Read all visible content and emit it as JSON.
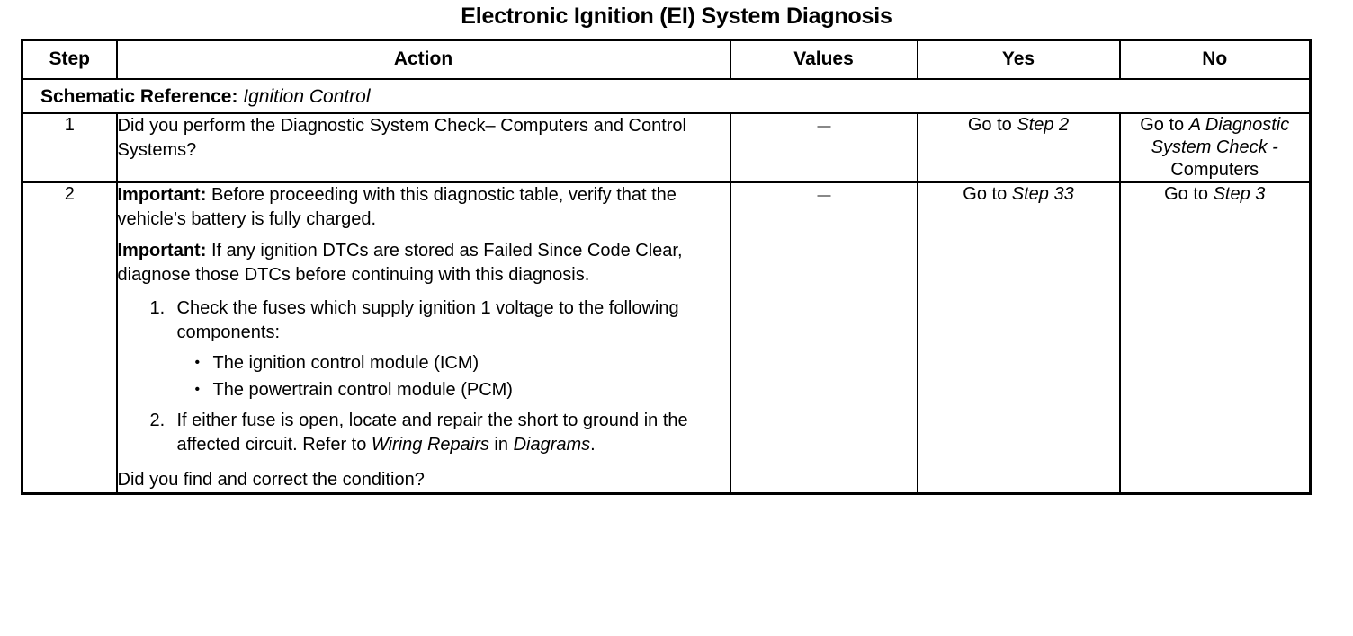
{
  "document": {
    "title": "Electronic Ignition (EI) System Diagnosis"
  },
  "table": {
    "headers": {
      "step": "Step",
      "action": "Action",
      "values": "Values",
      "yes": "Yes",
      "no": "No"
    },
    "schematic_reference": {
      "label": "Schematic Reference:",
      "value": "Ignition Control"
    },
    "rows": [
      {
        "step": "1",
        "action_text": "Did you perform the Diagnostic System Check– Computers and Control Systems?",
        "values": "—",
        "yes": {
          "prefix": "Go to ",
          "italic": "Step 2",
          "suffix": ""
        },
        "no": {
          "prefix": "Go to ",
          "italic": "A Diagnostic System Check -",
          "suffix": "Computers"
        }
      },
      {
        "step": "2",
        "important_1_label": "Important:",
        "important_1_text": " Before proceeding with this diagnostic table, verify that the vehicle’s battery is fully charged.",
        "important_2_label": "Important:",
        "important_2_text": " If any ignition DTCs are stored as Failed Since Code Clear, diagnose those DTCs before continuing with this diagnosis.",
        "list": {
          "item_1": "Check the fuses which supply ignition 1 voltage to the following components:",
          "bullets": [
            "The ignition control module (ICM)",
            "The powertrain control module (PCM)"
          ],
          "item_2_part_1": "If either fuse is open, locate and repair the short to ground in the affected circuit. Refer to ",
          "item_2_italic_1": "Wiring Repairs",
          "item_2_part_2": " in ",
          "item_2_italic_2": "Diagrams",
          "item_2_part_3": "."
        },
        "final_question": "Did you find and correct the condition?",
        "values": "—",
        "yes": {
          "prefix": "Go to ",
          "italic": "Step 33",
          "suffix": ""
        },
        "no": {
          "prefix": "Go to ",
          "italic": "Step 3",
          "suffix": ""
        }
      }
    ]
  },
  "colors": {
    "ink": "#000000",
    "paper": "#ffffff"
  }
}
